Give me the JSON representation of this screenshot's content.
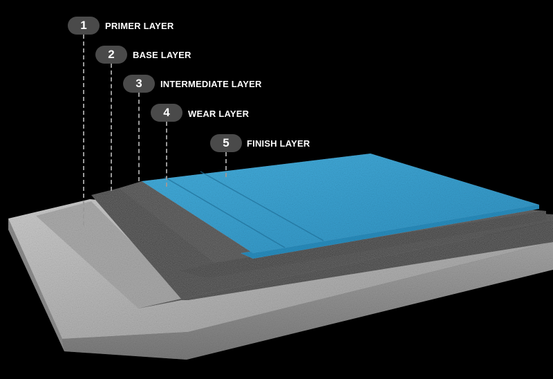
{
  "layers": [
    {
      "number": "1",
      "label": "PRIMER LAYER"
    },
    {
      "number": "2",
      "label": "BASE LAYER"
    },
    {
      "number": "3",
      "label": "INTERMEDIATE LAYER"
    },
    {
      "number": "4",
      "label": "WEAR LAYER"
    },
    {
      "number": "5",
      "label": "FINISH LAYER"
    }
  ],
  "colors": {
    "background": "#000000",
    "badge": "#4a4a4a",
    "finish_blue": "#3aa6d6",
    "rubber_black": "#1c1c1c",
    "concrete": "#9a9a9a"
  }
}
